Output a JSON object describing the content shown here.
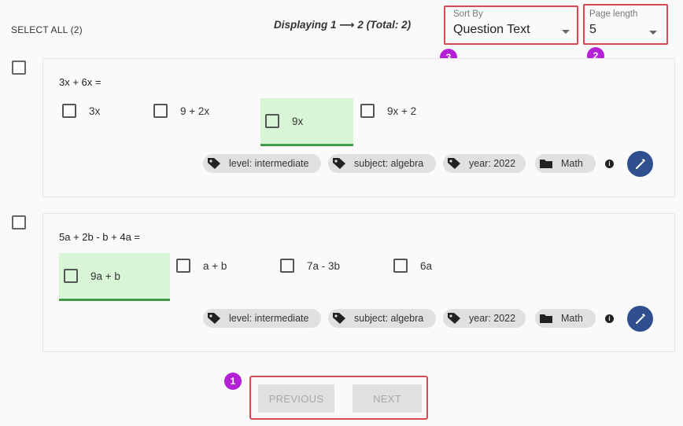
{
  "header": {
    "select_all": "SELECT ALL (2)",
    "displaying": "Displaying 1 ⟶ 2 (Total: 2)"
  },
  "sort": {
    "label": "Sort By",
    "value": "Question Text"
  },
  "page_length": {
    "label": "Page length",
    "value": "5"
  },
  "badges": {
    "sort": "3",
    "page_length": "2",
    "pager": "1"
  },
  "questions": [
    {
      "text": "3x + 6x =",
      "options": [
        {
          "label": "3x",
          "correct": false
        },
        {
          "label": "9 + 2x",
          "correct": false
        },
        {
          "label": "9x",
          "correct": true
        },
        {
          "label": "9x + 2",
          "correct": false
        }
      ],
      "tags": [
        "level: intermediate",
        "subject: algebra",
        "year: 2022"
      ],
      "folder": "Math"
    },
    {
      "text": "5a + 2b - b + 4a =",
      "options": [
        {
          "label": "9a + b",
          "correct": true
        },
        {
          "label": "a + b",
          "correct": false
        },
        {
          "label": "7a - 3b",
          "correct": false
        },
        {
          "label": "6a",
          "correct": false
        }
      ],
      "tags": [
        "level: intermediate",
        "subject: algebra",
        "year: 2022"
      ],
      "folder": "Math"
    }
  ],
  "pager": {
    "previous": "PREVIOUS",
    "next": "NEXT"
  },
  "colors": {
    "accent_red": "#d64b53",
    "badge_purple": "#b420d6",
    "correct_bg": "#d8f5d6",
    "correct_line": "#3f9b46",
    "edit_blue": "#2f4f8f"
  },
  "icons": {
    "tag": "tag-icon",
    "folder": "folder-icon",
    "info": "info-icon",
    "edit": "pencil-icon",
    "dropdown": "caret-down-icon"
  }
}
